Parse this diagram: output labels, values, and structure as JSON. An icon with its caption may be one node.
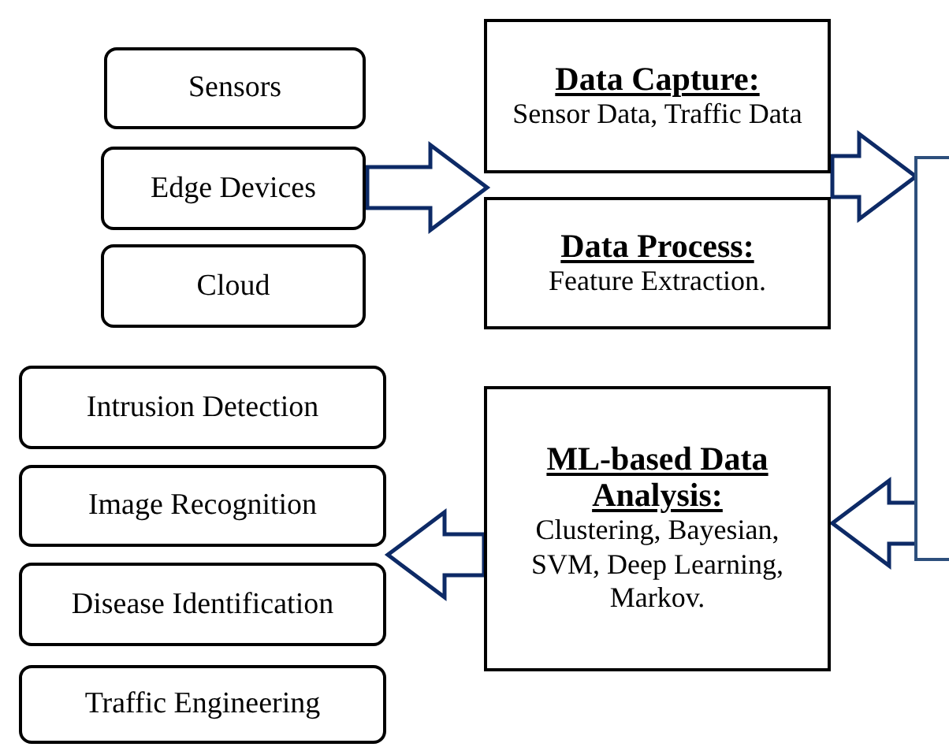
{
  "diagram": {
    "nodes": [
      {
        "text": [
          "Sensors"
        ]
      },
      {
        "text": [
          "Edge Devices"
        ]
      },
      {
        "text": [
          "Cloud"
        ]
      },
      {
        "text": [
          "Data Capture:",
          "Sensor Data, Traffic Data"
        ]
      },
      {
        "text": [
          "Data Process:",
          "Feature Extraction."
        ]
      },
      {
        "text": [
          "ML-based Data Analysis:",
          "Clustering, Bayesian, SVM, Deep Learning, Markov."
        ]
      },
      {
        "text": [
          "Intrusion Detection"
        ]
      },
      {
        "text": [
          "Image Recognition"
        ]
      },
      {
        "text": [
          "Disease Identification"
        ]
      },
      {
        "text": [
          "Traffic Engineering"
        ]
      },
      {
        "text": [],
        "shape": "bar"
      }
    ],
    "edges": [
      {
        "from": 1,
        "to": 3,
        "arrow": "to",
        "color": "#0d2a66"
      },
      {
        "from": 4,
        "to": 10,
        "arrow": "to",
        "color": "#0d2a66"
      },
      {
        "from": 10,
        "to": 5,
        "arrow": "to",
        "color": "#0d2a66"
      },
      {
        "from": 5,
        "to": 7,
        "arrow": "to",
        "color": "#0d2a66"
      }
    ]
  }
}
